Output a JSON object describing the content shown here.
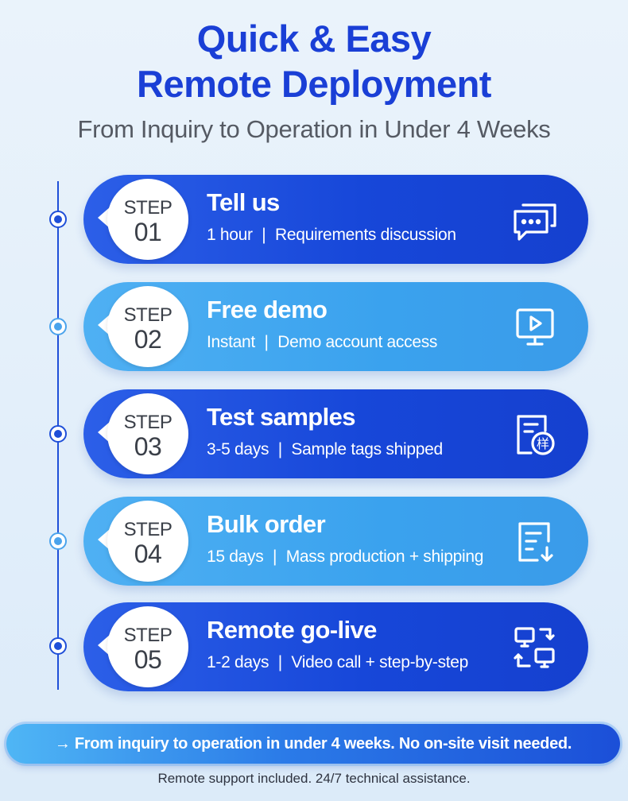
{
  "header": {
    "title_line1": "Quick & Easy",
    "title_line2": "Remote Deployment",
    "subtitle": "From Inquiry to Operation in Under 4 Weeks"
  },
  "colors": {
    "title": "#1a3fd6",
    "card_dark": "#1747d9",
    "card_light": "#3aa2ee",
    "timeline": "#1f4fd8"
  },
  "steps": [
    {
      "step_word": "STEP",
      "number": "01",
      "title": "Tell us",
      "duration": "1 hour",
      "separator": "|",
      "detail": "Requirements discussion",
      "icon": "chat-bubbles-icon"
    },
    {
      "step_word": "STEP",
      "number": "02",
      "title": "Free demo",
      "duration": "Instant",
      "separator": "|",
      "detail": "Demo account access",
      "icon": "video-play-monitor-icon"
    },
    {
      "step_word": "STEP",
      "number": "03",
      "title": "Test samples",
      "duration": "3-5 days",
      "separator": "|",
      "detail": "Sample tags shipped",
      "icon": "sample-document-icon",
      "icon_glyph": "样"
    },
    {
      "step_word": "STEP",
      "number": "04",
      "title": "Bulk order",
      "duration": "15 days",
      "separator": "|",
      "detail": "Mass production + shipping",
      "icon": "order-list-download-icon"
    },
    {
      "step_word": "STEP",
      "number": "05",
      "title": "Remote go-live",
      "duration": "1-2 days",
      "separator": "|",
      "detail": "Video call + step-by-step",
      "icon": "remote-connection-icon"
    }
  ],
  "banner": {
    "arrow": "→",
    "text": "From inquiry to operation in under 4 weeks. No on-site visit needed."
  },
  "footer": {
    "text": "Remote support included. 24/7 technical assistance."
  }
}
